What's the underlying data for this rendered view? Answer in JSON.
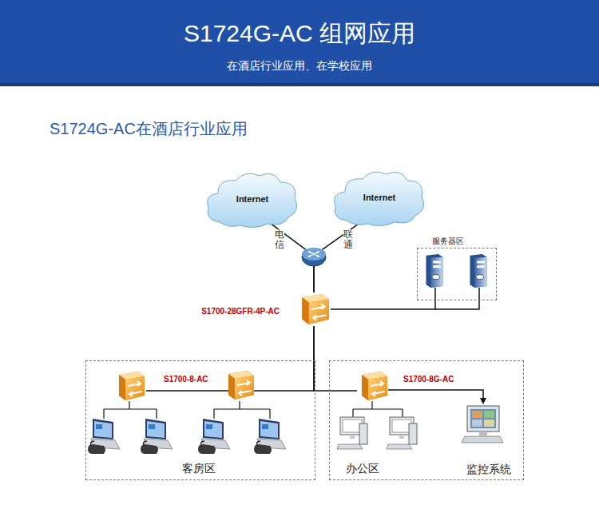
{
  "diagram": {
    "title": "S1724G-AC 组网应用",
    "nodes": [
      {
        "text": [
          "Internet"
        ]
      },
      {
        "text": [
          "Internet"
        ]
      },
      {
        "text": [
          "S1700-28GFR-4P-AC"
        ]
      },
      {
        "text": [
          "服务器区"
        ]
      },
      {
        "text": [
          "客房区"
        ]
      },
      {
        "text": [
          "S1700-8-AC"
        ],
        "in": 4
      },
      {
        "text": [
          "办公区"
        ]
      },
      {
        "text": [
          "S1700-8G-AC"
        ],
        "in": 6
      }
    ],
    "edges": [
      {
        "from": 0,
        "to": 2,
        "label": "电信",
        "arrow": "none"
      },
      {
        "from": 1,
        "to": 2,
        "label": "联通",
        "arrow": "none"
      },
      {
        "from": 2,
        "to": 3,
        "arrow": "none"
      },
      {
        "from": 2,
        "to": 5,
        "arrow": "none"
      },
      {
        "from": 2,
        "to": 7,
        "arrow": "none"
      }
    ],
    "labels": [
      "在酒店行业应用、在学校应用",
      "S1724G-AC在酒店行业应用",
      "监控系统"
    ]
  }
}
